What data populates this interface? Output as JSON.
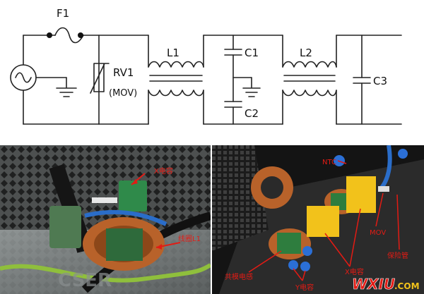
{
  "schematic": {
    "labels": {
      "f1": "F1",
      "rv1": "RV1",
      "mov_paren": "(MOV)",
      "l1": "L1",
      "c1": "C1",
      "c2": "C2",
      "l2": "L2",
      "c3": "C3"
    }
  },
  "photo_left": {
    "callout_x_cap": "X电容",
    "callout_coil": "线圈L1",
    "watermark": "CSER"
  },
  "photo_right": {
    "callout_ntc": "NTC",
    "callout_common_mode": "共模电感",
    "callout_y_cap": "Y电容",
    "callout_x_cap": "X电容",
    "callout_mov": "MOV",
    "callout_fuse": "保险管",
    "watermark_wxiu": "WXIU",
    "watermark_com": ".COM"
  },
  "colors": {
    "callout_red": "#e31b14",
    "inductor_copper": "#b8622a",
    "x_cap_yellow": "#f2c21b",
    "y_cap_blue": "#2b6fd6",
    "common_mode_green": "#2e7d3e"
  }
}
